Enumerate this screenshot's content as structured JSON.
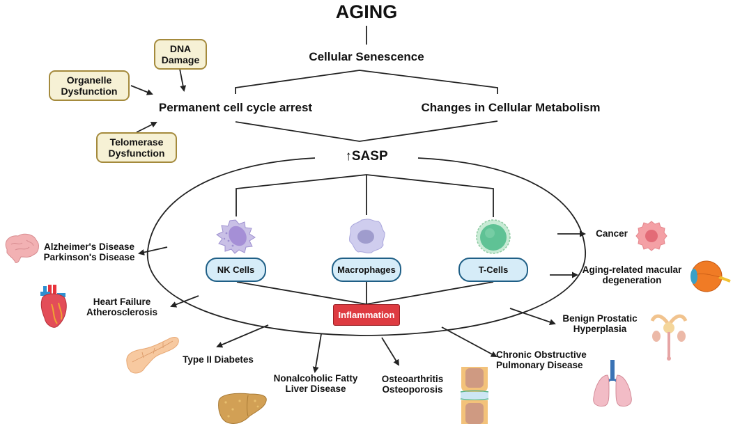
{
  "diagram": {
    "title": "AGING",
    "senescence": "Cellular Senescence",
    "branches": {
      "left": "Permanent cell cycle arrest",
      "right": "Changes in Cellular Metabolism"
    },
    "sasp": {
      "arrow": "↑",
      "label": "SASP"
    },
    "causes": [
      {
        "line1": "DNA",
        "line2": "Damage"
      },
      {
        "line1": "Organelle",
        "line2": "Dysfunction"
      },
      {
        "line1": "Telomerase",
        "line2": "Dysfunction"
      }
    ],
    "immune_cells": [
      {
        "label": "NK Cells",
        "icon": "nk-cell-icon"
      },
      {
        "label": "Macrophages",
        "icon": "macrophage-icon"
      },
      {
        "label": "T-Cells",
        "icon": "t-cell-icon"
      }
    ],
    "inflammation": "Inflammation",
    "diseases": [
      {
        "line1": "Alzheimer's Disease",
        "line2": "Parkinson's Disease",
        "icon": "brain-icon"
      },
      {
        "line1": "Heart Failure",
        "line2": "Atherosclerosis",
        "icon": "heart-icon"
      },
      {
        "line1": "Type II Diabetes",
        "line2": "",
        "icon": "pancreas-icon"
      },
      {
        "line1": "Nonalcoholic Fatty",
        "line2": "Liver Disease",
        "icon": "liver-icon"
      },
      {
        "line1": "Osteoarthritis",
        "line2": "Osteoporosis",
        "icon": "joint-icon"
      },
      {
        "line1": "Chronic Obstructive",
        "line2": "Pulmonary Disease",
        "icon": "lungs-icon"
      },
      {
        "line1": "Benign Prostatic",
        "line2": "Hyperplasia",
        "icon": "prostate-icon"
      },
      {
        "line1": "Aging-related macular",
        "line2": "degeneration",
        "icon": "eye-icon"
      },
      {
        "line1": "Cancer",
        "line2": "",
        "icon": "cancer-cell-icon"
      }
    ],
    "colors": {
      "cause_fill": "#f6f1d5",
      "cause_border": "#a48a3c",
      "pill_fill": "#d6ecf8",
      "pill_border": "#1f5f86",
      "inflammation_fill": "#de3b41"
    }
  }
}
